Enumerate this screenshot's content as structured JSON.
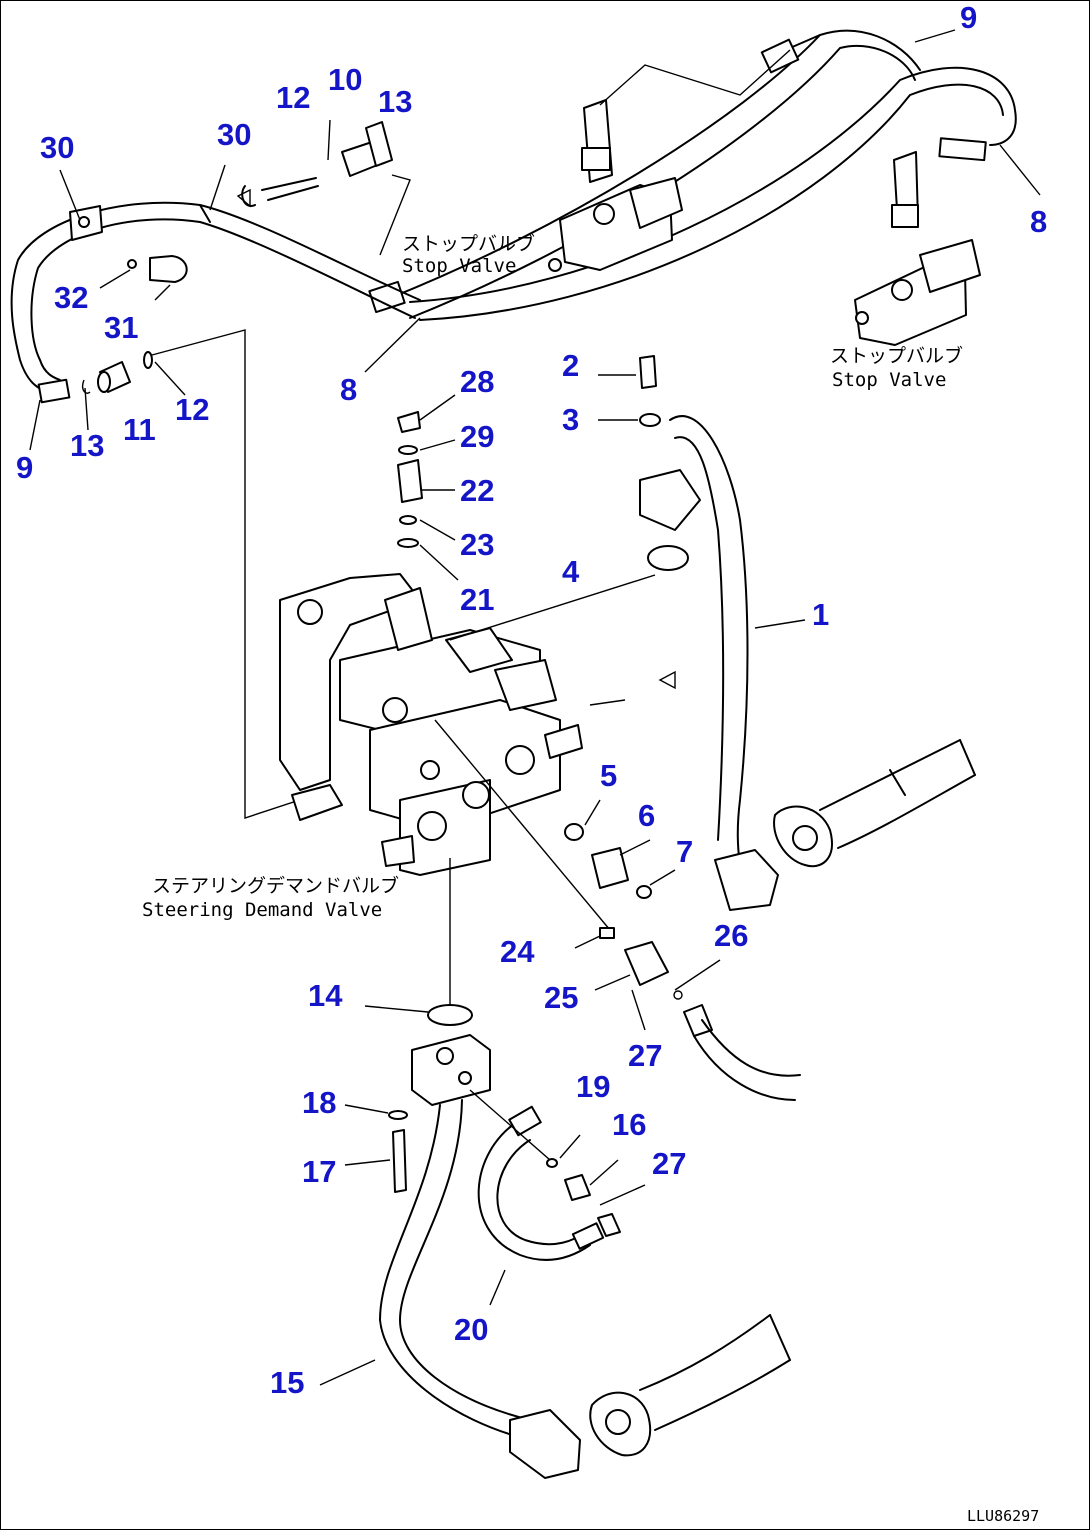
{
  "diagram": {
    "drawing_code": "LLU86297",
    "callouts": [
      "9",
      "8",
      "12",
      "10",
      "13",
      "30",
      "30",
      "32",
      "31",
      "8",
      "9",
      "13",
      "11",
      "12",
      "28",
      "29",
      "22",
      "23",
      "21",
      "2",
      "3",
      "4",
      "1",
      "5",
      "6",
      "7",
      "24",
      "25",
      "26",
      "27",
      "14",
      "18",
      "17",
      "19",
      "16",
      "27",
      "20",
      "15"
    ],
    "labels": {
      "stop_valve_1_jp": "ストップバルブ",
      "stop_valve_1_en": "Stop Valve",
      "stop_valve_2_jp": "ストップバルブ",
      "stop_valve_2_en": "Stop Valve",
      "steering_valve_jp": "ステアリングデマンドバルブ",
      "steering_valve_en": "Steering Demand Valve"
    }
  }
}
